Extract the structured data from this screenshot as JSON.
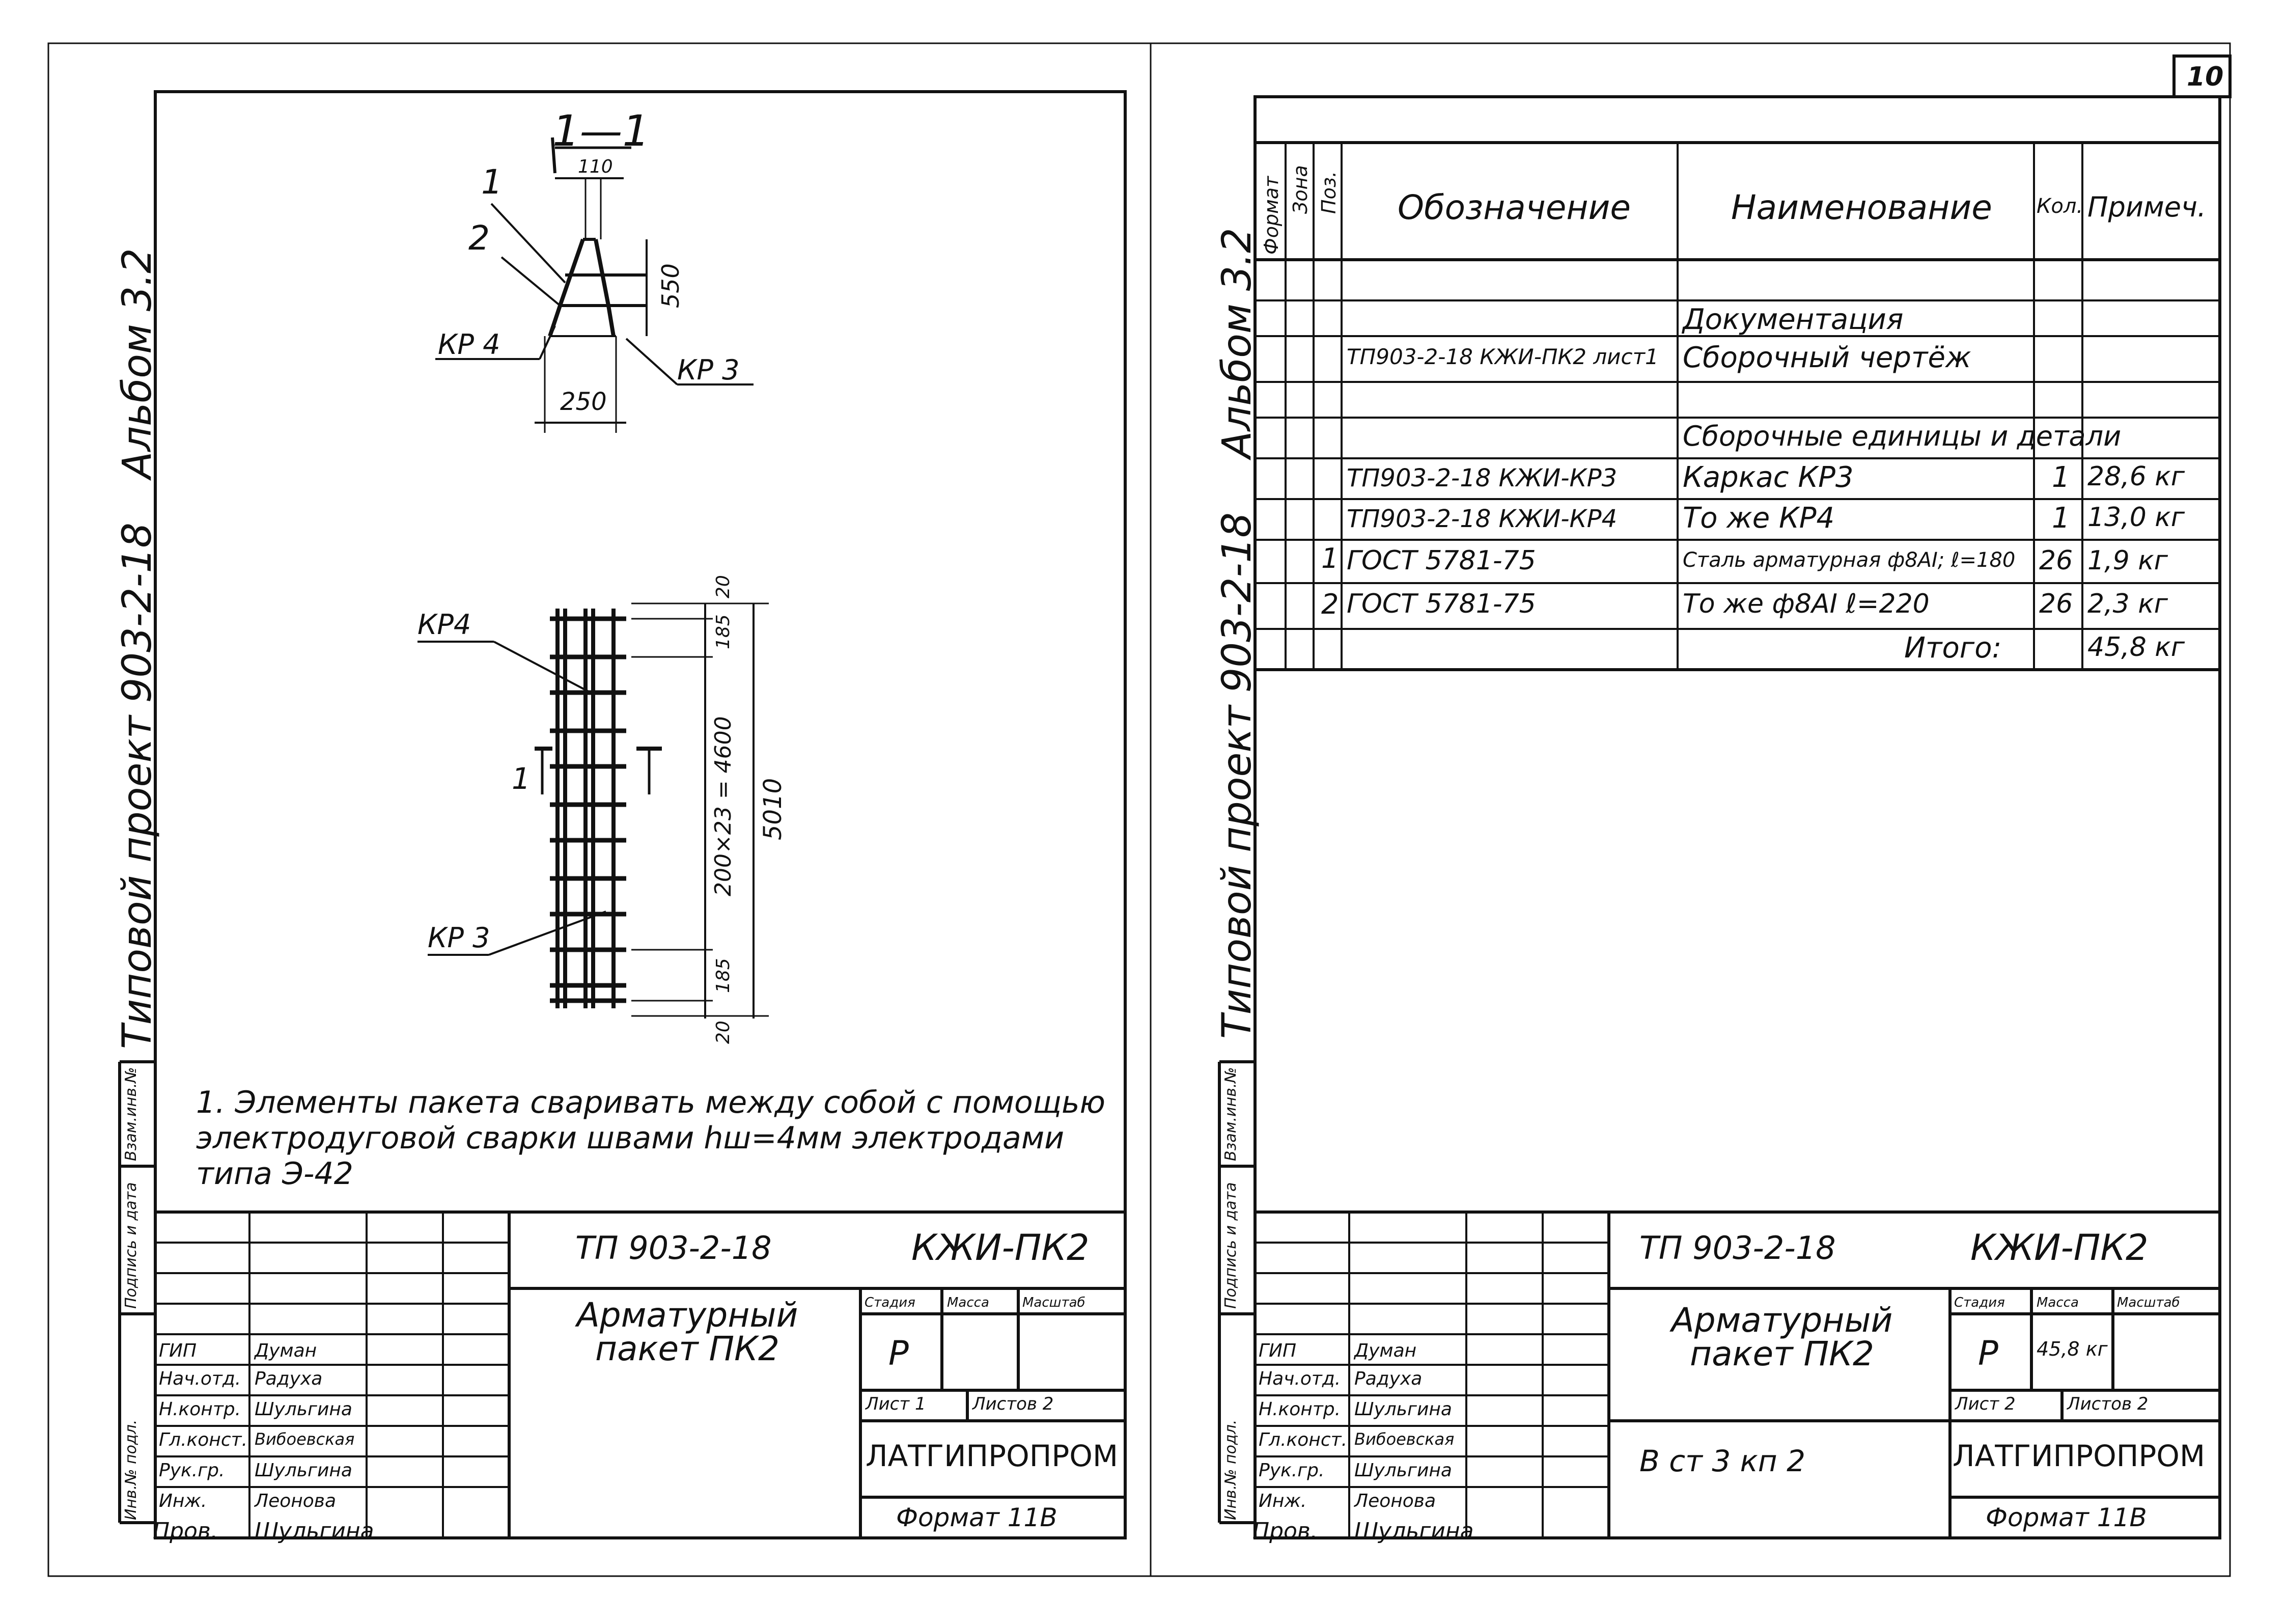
{
  "page_number": "10",
  "left_sheet": {
    "margin_album": "Альбом 3.2",
    "margin_project": "Типовой проект 903-2-18",
    "margin_stamp": [
      "Инв.№ подл.",
      "Подпись и дата",
      "Взам.инв.№"
    ],
    "section_title": "1—1",
    "section_labels": {
      "pos1": "1",
      "pos2": "2",
      "kr4": "КР 4",
      "kr3": "КР 3",
      "dim_top": "110",
      "dim_height": "550",
      "dim_width": "250"
    },
    "elevation_labels": {
      "kr4": "КР4",
      "kr3": "КР 3",
      "cut": "1",
      "dim_20_top": "20",
      "dim_185_top": "185",
      "dim_mid": "200×23 = 4600",
      "dim_total": "5010",
      "dim_185_bot": "185",
      "dim_20_bot": "20"
    },
    "note": "1. Элементы пакета сваривать между собой с помощью электродуговой сварки швами hш=4мм электродами типа Э-42",
    "title_block": {
      "code": "ТП 903-2-18",
      "mark": "КЖИ-ПК2",
      "name": "Арматурный пакет ПК2",
      "stage_header": "Стадия",
      "mass_header": "Масса",
      "scale_header": "Масштаб",
      "stage": "Р",
      "mass": "",
      "sheet": "Лист 1",
      "sheets": "Листов 2",
      "org": "ЛАТГИПРОПРОМ",
      "format": "Формат 11В",
      "roles": [
        "ГИП",
        "Нач.отд.",
        "Н.контр.",
        "Гл.конст.",
        "Рук.гр.",
        "Инж.",
        "Пров."
      ],
      "names": [
        "Думан",
        "Радуха",
        "Шульгина",
        "Вибоевская",
        "Шульгина",
        "Леонова",
        "Шульгина"
      ]
    }
  },
  "right_sheet": {
    "margin_album": "Альбом 3.2",
    "margin_project": "Типовой проект 903-2-18",
    "margin_stamp": [
      "Инв.№ подл.",
      "Подпись и дата",
      "Взам.инв.№"
    ],
    "spec_headers": {
      "format": "Формат",
      "zone": "Зона",
      "pos": "Поз.",
      "designation": "Обозначение",
      "name": "Наименование",
      "qty": "Кол.",
      "note": "Примеч."
    },
    "spec_rows": [
      {
        "pos": "",
        "designation": "",
        "name": "",
        "qty": "",
        "note": ""
      },
      {
        "pos": "",
        "designation": "",
        "name": "Документация",
        "qty": "",
        "note": ""
      },
      {
        "pos": "",
        "designation": "ТП903-2-18 КЖИ-ПК2 лист1",
        "name": "Сборочный чертёж",
        "qty": "",
        "note": ""
      },
      {
        "pos": "",
        "designation": "",
        "name": "",
        "qty": "",
        "note": ""
      },
      {
        "pos": "",
        "designation": "",
        "name": "Сборочные единицы и детали",
        "qty": "",
        "note": ""
      },
      {
        "pos": "",
        "designation": "ТП903-2-18 КЖИ-КР3",
        "name": "Каркас КР3",
        "qty": "1",
        "note": "28,6 кг"
      },
      {
        "pos": "",
        "designation": "ТП903-2-18 КЖИ-КР4",
        "name": "То же КР4",
        "qty": "1",
        "note": "13,0 кг"
      },
      {
        "pos": "1",
        "designation": "ГОСТ 5781-75",
        "name": "Сталь арматурная ф8AI; ℓ=180",
        "qty": "26",
        "note": "1,9 кг"
      },
      {
        "pos": "2",
        "designation": "ГОСТ 5781-75",
        "name": "То же ф8AI ℓ=220",
        "qty": "26",
        "note": "2,3 кг"
      },
      {
        "pos": "",
        "designation": "",
        "name": "Итого:",
        "qty": "",
        "note": "45,8 кг"
      }
    ],
    "title_block": {
      "code": "ТП 903-2-18",
      "mark": "КЖИ-ПК2",
      "name": "Арматурный пакет ПК2",
      "sub": "В ст 3 кп 2",
      "stage_header": "Стадия",
      "mass_header": "Масса",
      "scale_header": "Масштаб",
      "stage": "Р",
      "mass": "45,8 кг",
      "sheet": "Лист 2",
      "sheets": "Листов 2",
      "org": "ЛАТГИПРОПРОМ",
      "format": "Формат 11В",
      "roles": [
        "ГИП",
        "Нач.отд.",
        "Н.контр.",
        "Гл.конст.",
        "Рук.гр.",
        "Инж.",
        "Пров."
      ],
      "names": [
        "Думан",
        "Радуха",
        "Шульгина",
        "Вибоевская",
        "Шульгина",
        "Леонова",
        "Шульгина"
      ]
    }
  }
}
